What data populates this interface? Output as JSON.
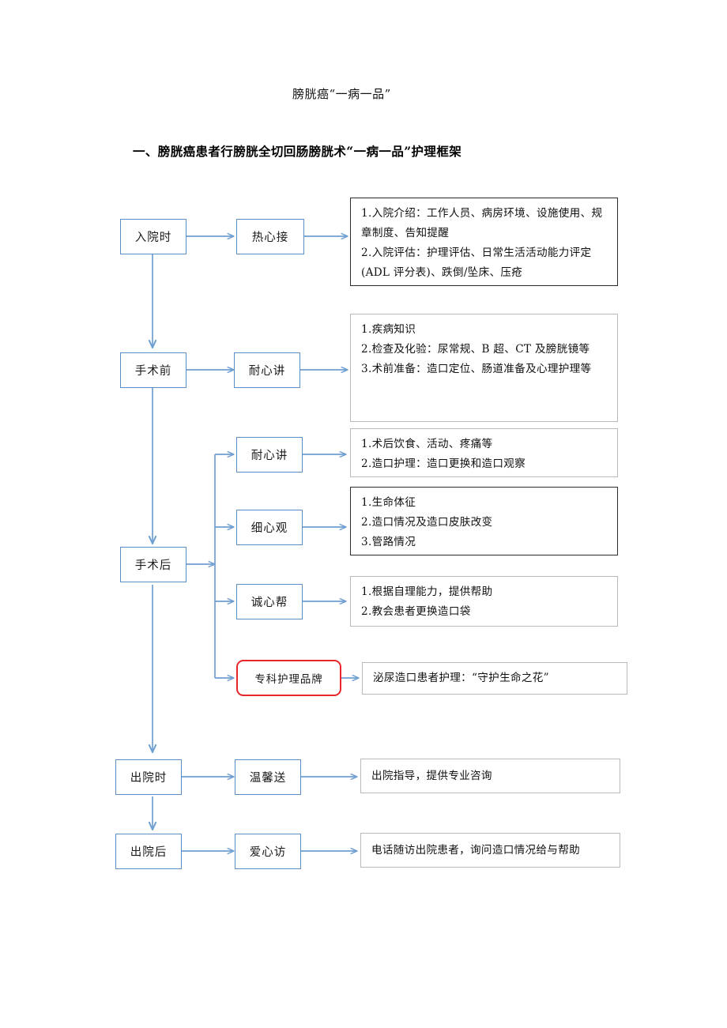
{
  "document": {
    "title": "膀胱癌“一病一品”",
    "heading": "一、膀胱癌患者行膀胱全切回肠膀胱术“一病一品”护理框架"
  },
  "colors": {
    "node_border_blue": "#5b8ec4",
    "node_border_red": "#e8262a",
    "connector": "#6f9fd0",
    "content_border_dark": "#2b2b2b",
    "content_border_gray": "#b9b9b9"
  },
  "flow": {
    "stages": [
      {
        "id": "admission",
        "label": "入院时"
      },
      {
        "id": "preop",
        "label": "手术前"
      },
      {
        "id": "postop",
        "label": "手术后"
      },
      {
        "id": "discharge",
        "label": "出院时"
      },
      {
        "id": "postdischarge",
        "label": "出院后"
      }
    ],
    "actions": [
      {
        "id": "warm-welcome",
        "label": "热心接",
        "style": "blue"
      },
      {
        "id": "patient-talk",
        "label": "耐心讲",
        "style": "blue"
      },
      {
        "id": "postop-talk",
        "label": "耐心讲",
        "style": "blue"
      },
      {
        "id": "careful-watch",
        "label": "细心观",
        "style": "blue"
      },
      {
        "id": "sincere-help",
        "label": "诚心帮",
        "style": "blue"
      },
      {
        "id": "brand",
        "label": "专科护理品牌",
        "style": "red"
      },
      {
        "id": "warm-send",
        "label": "温馨送",
        "style": "blue"
      },
      {
        "id": "loving-visit",
        "label": "爱心访",
        "style": "blue"
      }
    ],
    "details": [
      {
        "id": "admission-detail",
        "border": "dark",
        "lines": [
          "1.入院介绍：工作人员、病房环境、设施使用、规章制度、告知提醒",
          "2.入院评估：护理评估、日常生活活动能力评定(ADL 评分表)、跌倒/坠床、压疮"
        ]
      },
      {
        "id": "preop-detail",
        "border": "gray",
        "lines": [
          "1.疾病知识",
          "2.检查及化验：尿常规、B 超、CT 及膀胱镜等",
          "3.术前准备：造口定位、肠道准备及心理护理等"
        ]
      },
      {
        "id": "postop-talk-detail",
        "border": "gray",
        "lines": [
          "1.术后饮食、活动、疼痛等",
          "2.造口护理：造口更换和造口观察"
        ]
      },
      {
        "id": "careful-watch-detail",
        "border": "dark",
        "lines": [
          "1.生命体征",
          "2.造口情况及造口皮肤改变",
          "3.管路情况"
        ]
      },
      {
        "id": "sincere-help-detail",
        "border": "gray",
        "lines": [
          "1.根据自理能力，提供帮助",
          "2.教会患者更换造口袋"
        ]
      },
      {
        "id": "brand-detail",
        "border": "gray",
        "lines": [
          "泌尿造口患者护理：“守护生命之花”"
        ]
      },
      {
        "id": "discharge-detail",
        "border": "gray",
        "lines": [
          "出院指导，提供专业咨询"
        ]
      },
      {
        "id": "postdischarge-detail",
        "border": "gray",
        "lines": [
          "电话随访出院患者，询问造口情况给与帮助"
        ]
      }
    ]
  }
}
